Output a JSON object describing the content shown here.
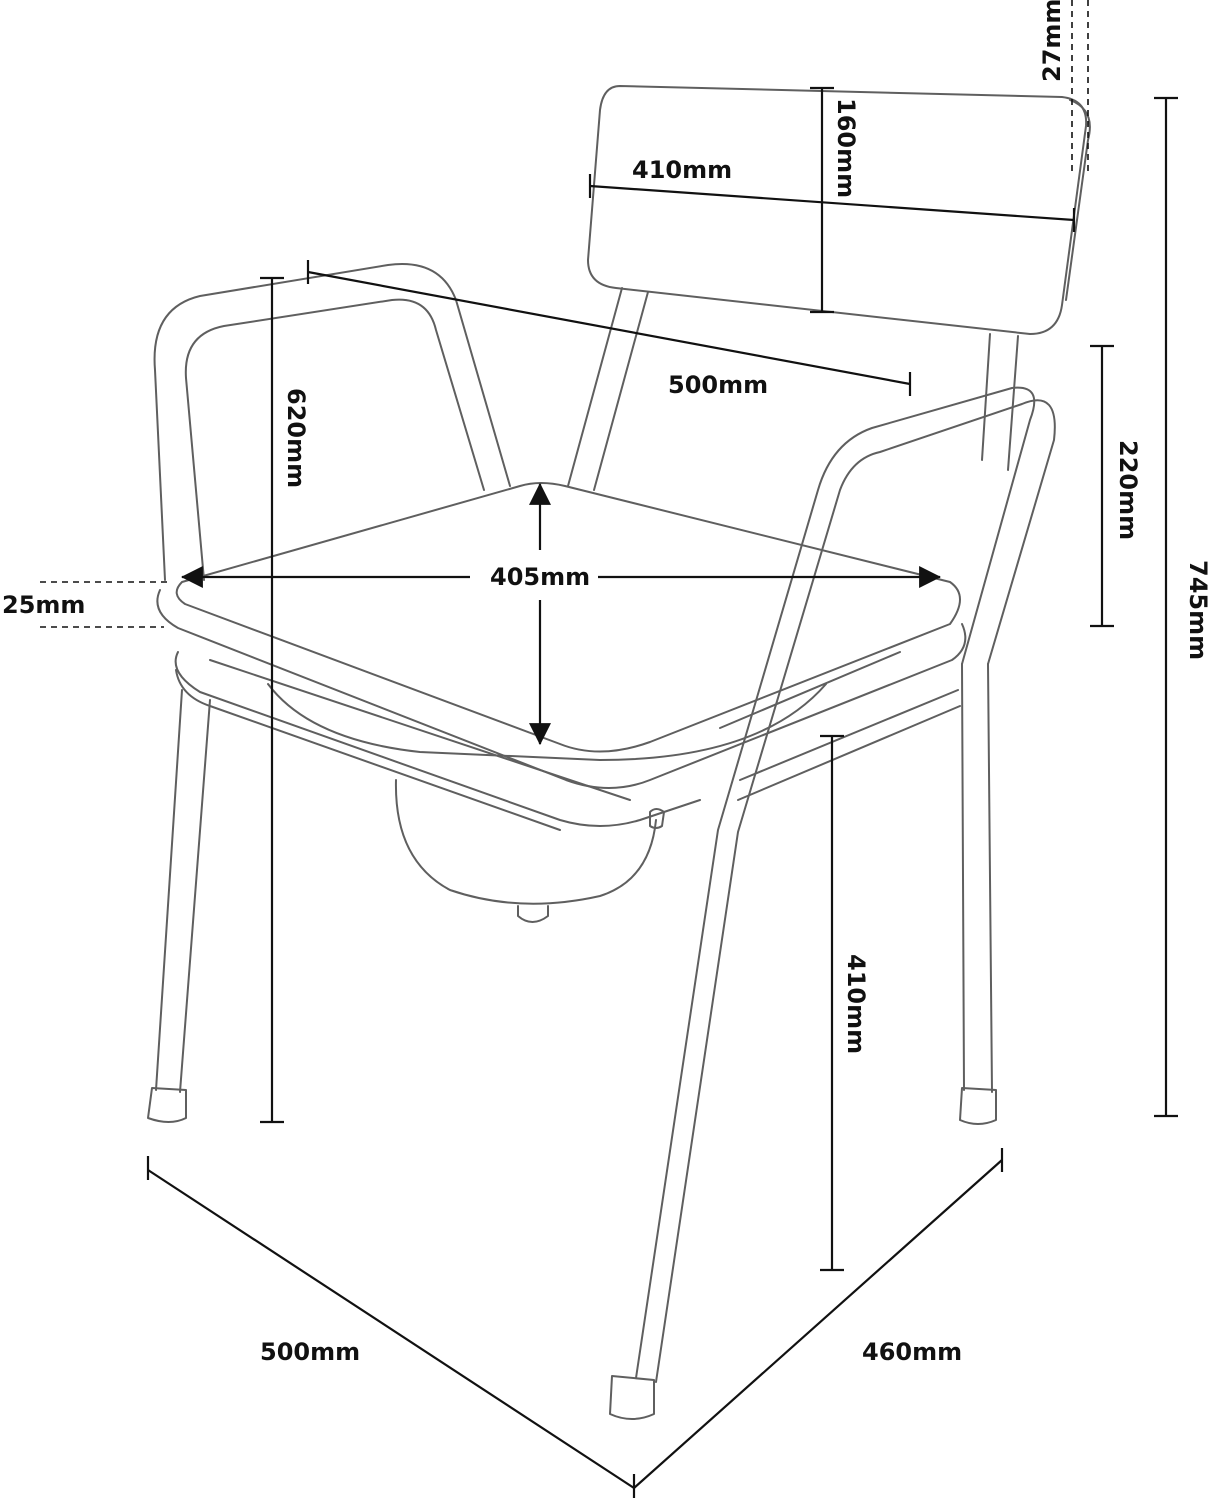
{
  "colors": {
    "frame": "#5f5f5f",
    "dimension": "#111111",
    "text": "#111111",
    "background": "#ffffff"
  },
  "labels": {
    "backrest_thickness": "27mm",
    "backrest_height": "160mm",
    "backrest_width": "410mm",
    "armrest_depth": "500mm",
    "armrest_height": "620mm",
    "arm_to_seat": "220mm",
    "total_height": "745mm",
    "seat_width": "405mm",
    "seat_thickness": "25mm",
    "seat_height": "410mm",
    "base_depth": "500mm",
    "base_width": "460mm"
  }
}
